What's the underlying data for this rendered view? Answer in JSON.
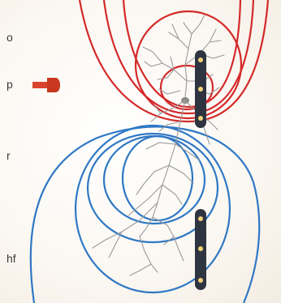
{
  "layers": {
    "o": "o",
    "p": "p",
    "r": "r",
    "hf": "hf"
  },
  "colors": {
    "positive_field": "#d42a2a",
    "negative_field": "#2f78c4",
    "neuron": "#9a9a9a",
    "probe_body": "#2f3540",
    "probe_contact": "#f2d27a",
    "stimulator": "#d8442e"
  },
  "icons": {
    "stimulator": "stimulator-pipette-icon",
    "upper_probe": "recording-probe-icon",
    "lower_probe": "recording-probe-icon"
  }
}
